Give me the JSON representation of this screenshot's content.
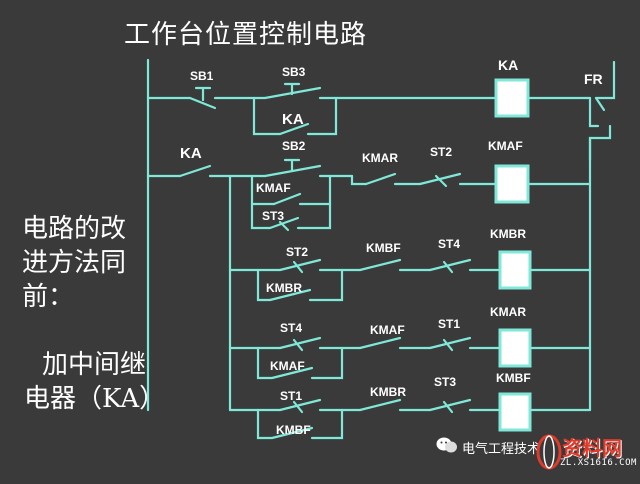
{
  "title": "工作台位置控制电路",
  "side_note": {
    "line1": "电路的改",
    "line2": "进方法同",
    "line3": "前：",
    "line4": "加中间继",
    "line5": "电器（KA）"
  },
  "colors": {
    "background": "#3a3a3a",
    "wire": "#7fe8d8",
    "coil_fill": "#ffffff",
    "text": "#ffffff"
  },
  "labels": {
    "sb1": "SB1",
    "sb3": "SB3",
    "ka_coil": "KA",
    "fr": "FR",
    "ka_hold": "KA",
    "ka_left": "KA",
    "sb2": "SB2",
    "kmar_r2": "KMAR",
    "st2_r2": "ST2",
    "kmaf_coil": "KMAF",
    "kmaf_hold": "KMAF",
    "st3_hold": "ST3",
    "st2_r3": "ST2",
    "kmbf_r3": "KMBF",
    "st4_r3": "ST4",
    "kmbr_coil": "KMBR",
    "kmbr_hold": "KMBR",
    "st4_r4": "ST4",
    "kmaf_r4": "KMAF",
    "st1_r4": "ST1",
    "kmar_coil": "KMAR",
    "kmaf_hold2": "KMAF",
    "st1_r5": "ST1",
    "kmbr_r5": "KMBR",
    "st3_r5": "ST3",
    "kmbf_coil": "KMBF",
    "kmbf_hold": "KMBF"
  },
  "watermark": {
    "channel": "电气工程技术",
    "logo_text": "资料网",
    "logo_url_text": "ZL.XS1616.COM"
  }
}
